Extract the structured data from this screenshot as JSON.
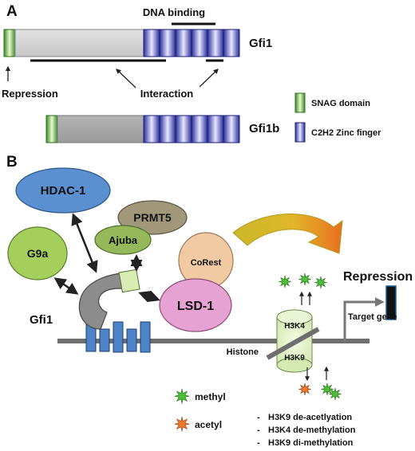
{
  "panel_a": {
    "label": "A",
    "dna_binding": "DNA binding",
    "gfi1": "Gfi1",
    "gfi1b": "Gfi1b",
    "repression": "Repression",
    "interaction": "Interaction",
    "legend": {
      "snag": "SNAG domain",
      "zinc": "C2H2 Zinc finger"
    },
    "colors": {
      "snag": "#5aa832",
      "zinc": "#3b3fb0",
      "body": "#d3d3d3"
    }
  },
  "panel_b": {
    "label": "B",
    "proteins": {
      "hdac": "HDAC-1",
      "prmt5": "PRMT5",
      "g9a": "G9a",
      "ajuba": "Ajuba",
      "corest": "CoRest",
      "lsd1": "LSD-1"
    },
    "gfi1": "Gfi1",
    "repression": "Repression",
    "target_gene": "Target gene",
    "histone": "Histone",
    "h3k4": "H3K4",
    "h3k9": "H3K9",
    "legend": {
      "methyl": "methyl",
      "acetyl": "acetyl"
    },
    "notes": [
      "H3K9 de-acetlyation",
      "H3K4 de-methylation",
      "H3K9 di-methylation"
    ],
    "colors": {
      "hdac": "#5a8fd0",
      "prmt5": "#a1987a",
      "g9a": "#a4cf5c",
      "ajuba": "#94b85a",
      "corest": "#f1c9a2",
      "lsd1": "#e6a2d2",
      "methyl": "#4fc03a",
      "acetyl": "#ee7a2a"
    }
  }
}
